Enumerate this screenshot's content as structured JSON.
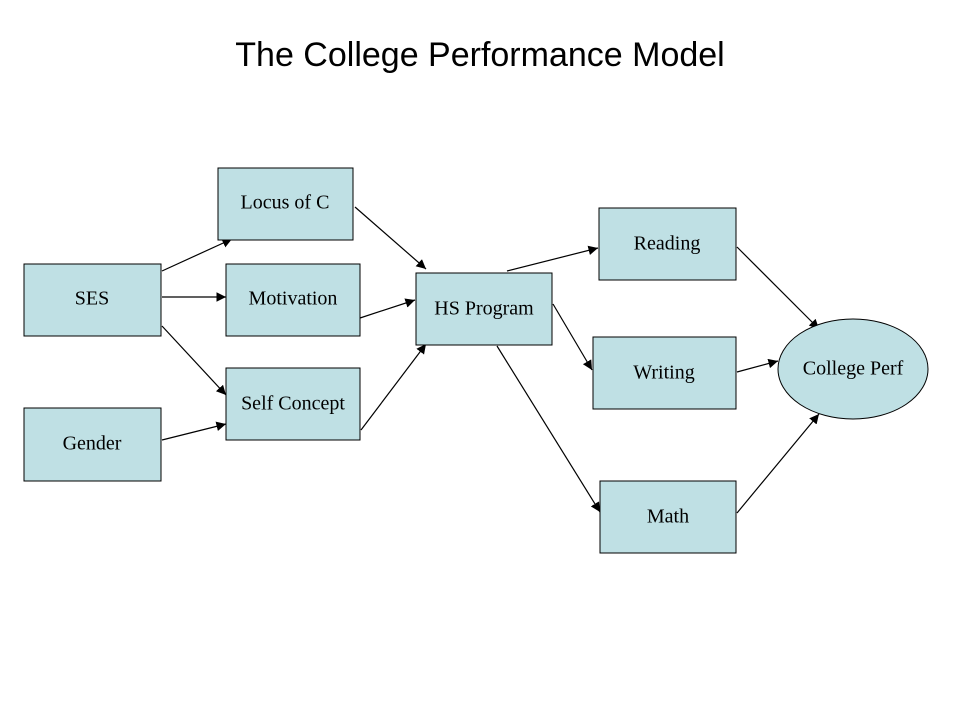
{
  "title": "The College Performance Model",
  "colors": {
    "node_fill": "#bfe0e4",
    "stroke": "#000000"
  },
  "nodes": {
    "ses": "SES",
    "gender": "Gender",
    "locus": "Locus of C",
    "motivation": "Motivation",
    "self_concept": "Self Concept",
    "hs_program": "HS Program",
    "reading": "Reading",
    "writing": "Writing",
    "math": "Math",
    "college_perf": "College Perf"
  }
}
